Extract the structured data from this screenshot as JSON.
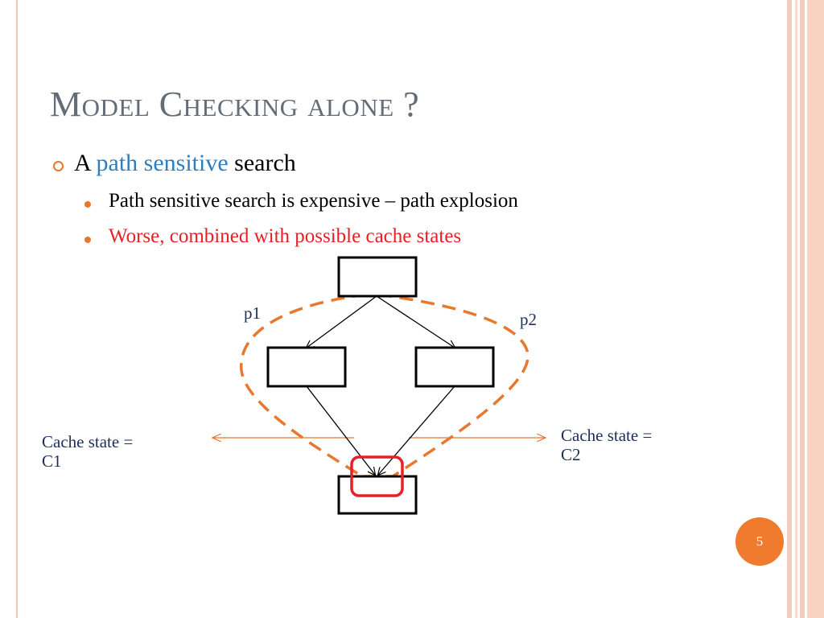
{
  "slide": {
    "title": "Model Checking alone ?",
    "bullet_main": {
      "prefix": "A ",
      "highlight": "path sensitive",
      "suffix": " search"
    },
    "sub_bullets": [
      "Path sensitive search is expensive – path explosion",
      "Worse, combined with possible cache states"
    ],
    "page_number": "5"
  },
  "diagram": {
    "path_labels": [
      "p1",
      "p2"
    ],
    "cache_left": {
      "line1": "Cache state =",
      "line2": "C1"
    },
    "cache_right": {
      "line1": "Cache state =",
      "line2": "C2"
    }
  },
  "colors": {
    "accent_orange": "#f07a2d",
    "accent_blue": "#2b7fc1",
    "highlight_red": "#e81f27",
    "title_gray": "#646c76",
    "label_navy": "#1e2e5c"
  }
}
